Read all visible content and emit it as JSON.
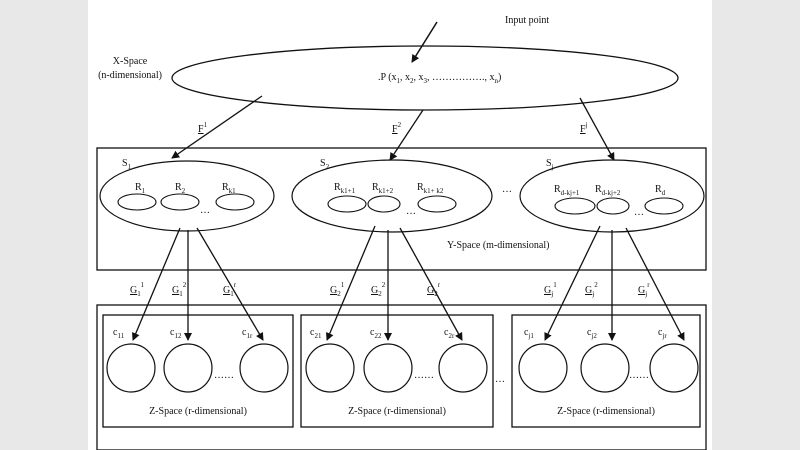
{
  "colors": {
    "background": "#ffffff",
    "side_bars": "#e8e8e8",
    "ink": "#111111"
  },
  "input_point_label": "Input point",
  "x_space": {
    "title_line1": "X-Space",
    "title_line2": "(n-dimensional)",
    "point_prefix": ".P (x",
    "point_x1_sub": "1",
    "point_sep1": ", x",
    "point_x2_sub": "2",
    "point_sep2": ", x",
    "point_x3_sub": "3",
    "point_dots": ", ……………., x",
    "point_xn_sub": "n",
    "point_suffix": ")"
  },
  "f_labels": [
    {
      "base": "F",
      "sup": "1"
    },
    {
      "base": "F",
      "sup": "2"
    },
    {
      "base": "F",
      "sup": "j"
    }
  ],
  "y_space": {
    "label": "Y-Space (m-dimensional)",
    "between_dots": "…",
    "groups": [
      {
        "name": "S",
        "sub": "1",
        "items": [
          {
            "base": "R",
            "sub": "1"
          },
          {
            "base": "R",
            "sub": "2"
          },
          {
            "base": "R",
            "sub": "k1"
          }
        ],
        "dots": "…"
      },
      {
        "name": "S",
        "sub": "2",
        "items": [
          {
            "base": "R",
            "sub": "k1+1"
          },
          {
            "base": "R",
            "sub": "k1+2"
          },
          {
            "base": "R",
            "sub": "k1+ k2"
          }
        ],
        "dots": "…"
      },
      {
        "name": "S",
        "sub": "j",
        "items": [
          {
            "base": "R",
            "sub": "d-kj+1"
          },
          {
            "base": "R",
            "sub": "d-kj+2"
          },
          {
            "base": "R",
            "sub": "d"
          }
        ],
        "dots": "…"
      }
    ]
  },
  "g_labels": [
    [
      {
        "base": "G",
        "sub": "1",
        "sup": "1"
      },
      {
        "base": "G",
        "sub": "1",
        "sup": "2"
      },
      {
        "base": "G",
        "sub": "1",
        "sup": "r"
      }
    ],
    [
      {
        "base": "G",
        "sub": "2",
        "sup": "1"
      },
      {
        "base": "G",
        "sub": "2",
        "sup": "2"
      },
      {
        "base": "G",
        "sub": "2",
        "sup": "r"
      }
    ],
    [
      {
        "base": "G",
        "sub": "j",
        "sup": "1"
      },
      {
        "base": "G",
        "sub": "j",
        "sup": "2"
      },
      {
        "base": "G",
        "sub": "j",
        "sup": "r"
      }
    ]
  ],
  "z_space": {
    "between_dots": "…",
    "boxes": [
      {
        "label": "Z-Space (r-dimensional)",
        "circles": [
          {
            "base": "c",
            "sub": "11"
          },
          {
            "base": "c",
            "sub": "12"
          },
          {
            "base": "c",
            "sub": "1r"
          }
        ],
        "dots": "……"
      },
      {
        "label": "Z-Space (r-dimensional)",
        "circles": [
          {
            "base": "c",
            "sub": "21"
          },
          {
            "base": "c",
            "sub": "22"
          },
          {
            "base": "c",
            "sub": "2r"
          }
        ],
        "dots": "……"
      },
      {
        "label": "Z-Space (r-dimensional)",
        "circles": [
          {
            "base": "c",
            "sub": "j1"
          },
          {
            "base": "c",
            "sub": "j2"
          },
          {
            "base": "c",
            "sub": "jr"
          }
        ],
        "dots": "……"
      }
    ]
  }
}
